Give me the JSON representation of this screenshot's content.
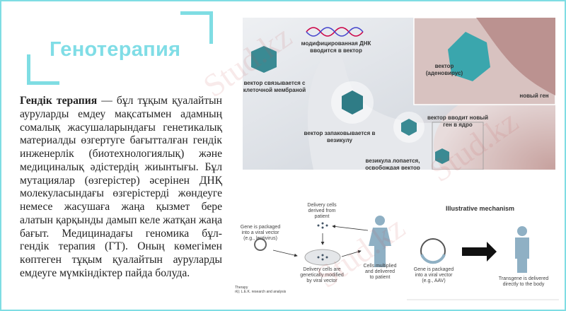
{
  "slide": {
    "title": "Генотерапия",
    "accent_color": "#7fdde3",
    "paragraph_bold": "Гендік терапия",
    "paragraph_text": " — бұл тұқым қуалайтын ауруларды емдеу мақсатымен адамның сомалық жасушаларындағы генетикалық материалды өзгертуге бағытталған гендік инженерлік (биотехнологиялық) және медициналық әдістердің жиынтығы. Бұл мутациялар (өзгерістер) әсерінен ДНҚ молекуласындағы өзгерістерді жөндеуге немесе жасушаға жаңа қызмет бере алатын қарқынды дамып келе жатқан жаңа бағыт. Медицинадағы геномика бұл- гендік терапия (ГТ). Оның көмегімен көптеген тұқым қуалайтын ауруларды емдеуге мүмкіндіктер пайда болуда."
  },
  "figure_top": {
    "labels": {
      "dna": "модифицированная ДНК\nвводится в вектор",
      "binds": "вектор связывается с\nклеточной мембраной",
      "packed": "вектор запаковывается в\nвезикулу",
      "bursts": "везикула лопается,\nосвобождая вектор",
      "nucleus": "вектор вводит новый\nген в ядро",
      "vector": "вектор\n(аденовирус)",
      "new_gene": "новый ген"
    }
  },
  "figure_bottom": {
    "heading": "Illustrative mechanism",
    "labels": {
      "lenti": "Gene is packaged\ninto a viral vector\n(e.g., lentivirus)",
      "derived": "Delivery cells\nderived from\npatient",
      "modified": "Delivery cells are\ngenetically modified\nby viral vector",
      "multiplied": "Cells multiplied\nand delivered\nto patient",
      "aav": "Gene is packaged\ninto a viral vector\n(e.g., AAV)",
      "transgene": "Transgene is delivered\ndirectly to the body",
      "source": "Therapy\nrk); L.E.K. research and analysis"
    }
  },
  "watermark": "Stud.kz"
}
